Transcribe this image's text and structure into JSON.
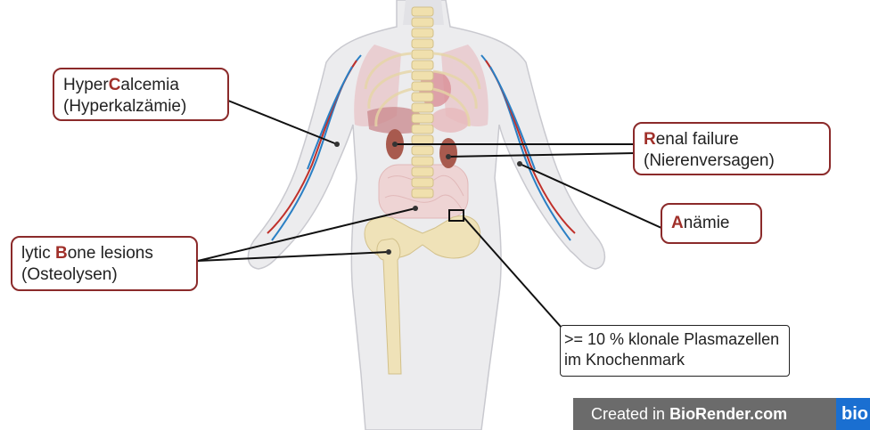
{
  "labels": {
    "hypercalcemia": {
      "pre": "Hyper",
      "hl": "C",
      "post": "alcemia",
      "line2": "(Hyperkalzämie)"
    },
    "renal": {
      "hl": "R",
      "post": "enal failure",
      "line2": "(Nierenversagen)"
    },
    "anemia": {
      "hl": "A",
      "post": "nämie"
    },
    "bone": {
      "pre": "lytic ",
      "hl": "B",
      "post": "one lesions",
      "line2": "(Osteolysen)"
    },
    "plasma": {
      "line1": ">= 10 % klonale Plasmazellen",
      "line2": "im Knochenmark"
    }
  },
  "watermark": {
    "prefix": "Created in ",
    "brand": "BioRender.com",
    "logo": "bio"
  },
  "colors": {
    "accent": "#a0302a",
    "box_border": "#8b2a2a",
    "vein": "#2a7fc4",
    "artery": "#c0302a",
    "bone": "#efe2b8",
    "organ": "#e8b8b8"
  }
}
